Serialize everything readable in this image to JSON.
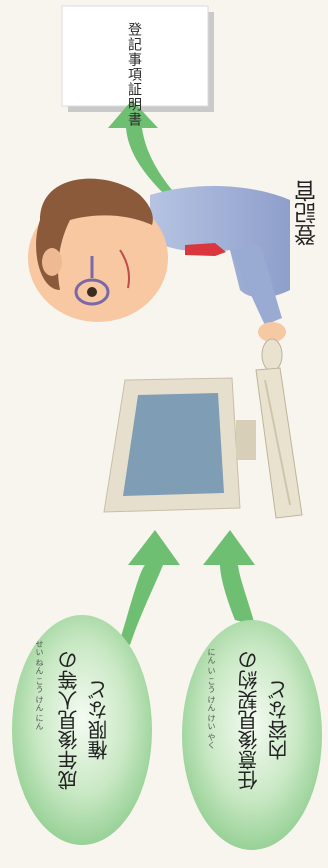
{
  "document": {
    "title": "登記事項証明書"
  },
  "official": {
    "label": "登記官"
  },
  "bubbles": [
    {
      "line1": "成年後見人等の",
      "line2": "権限など",
      "ruby": "せい ねん こう けん にん"
    },
    {
      "line1": "任意後見契約の",
      "line2": "内容など",
      "ruby": "にん い こう けん けい やく"
    }
  ],
  "colors": {
    "background": "#f8f4ee",
    "arrow": "#6fbf73",
    "bubble": "#9ed39e",
    "screen": "#7f9db4",
    "shirt": "#9fb0d6",
    "tie": "#d9363e",
    "hair": "#8a5a3a"
  }
}
